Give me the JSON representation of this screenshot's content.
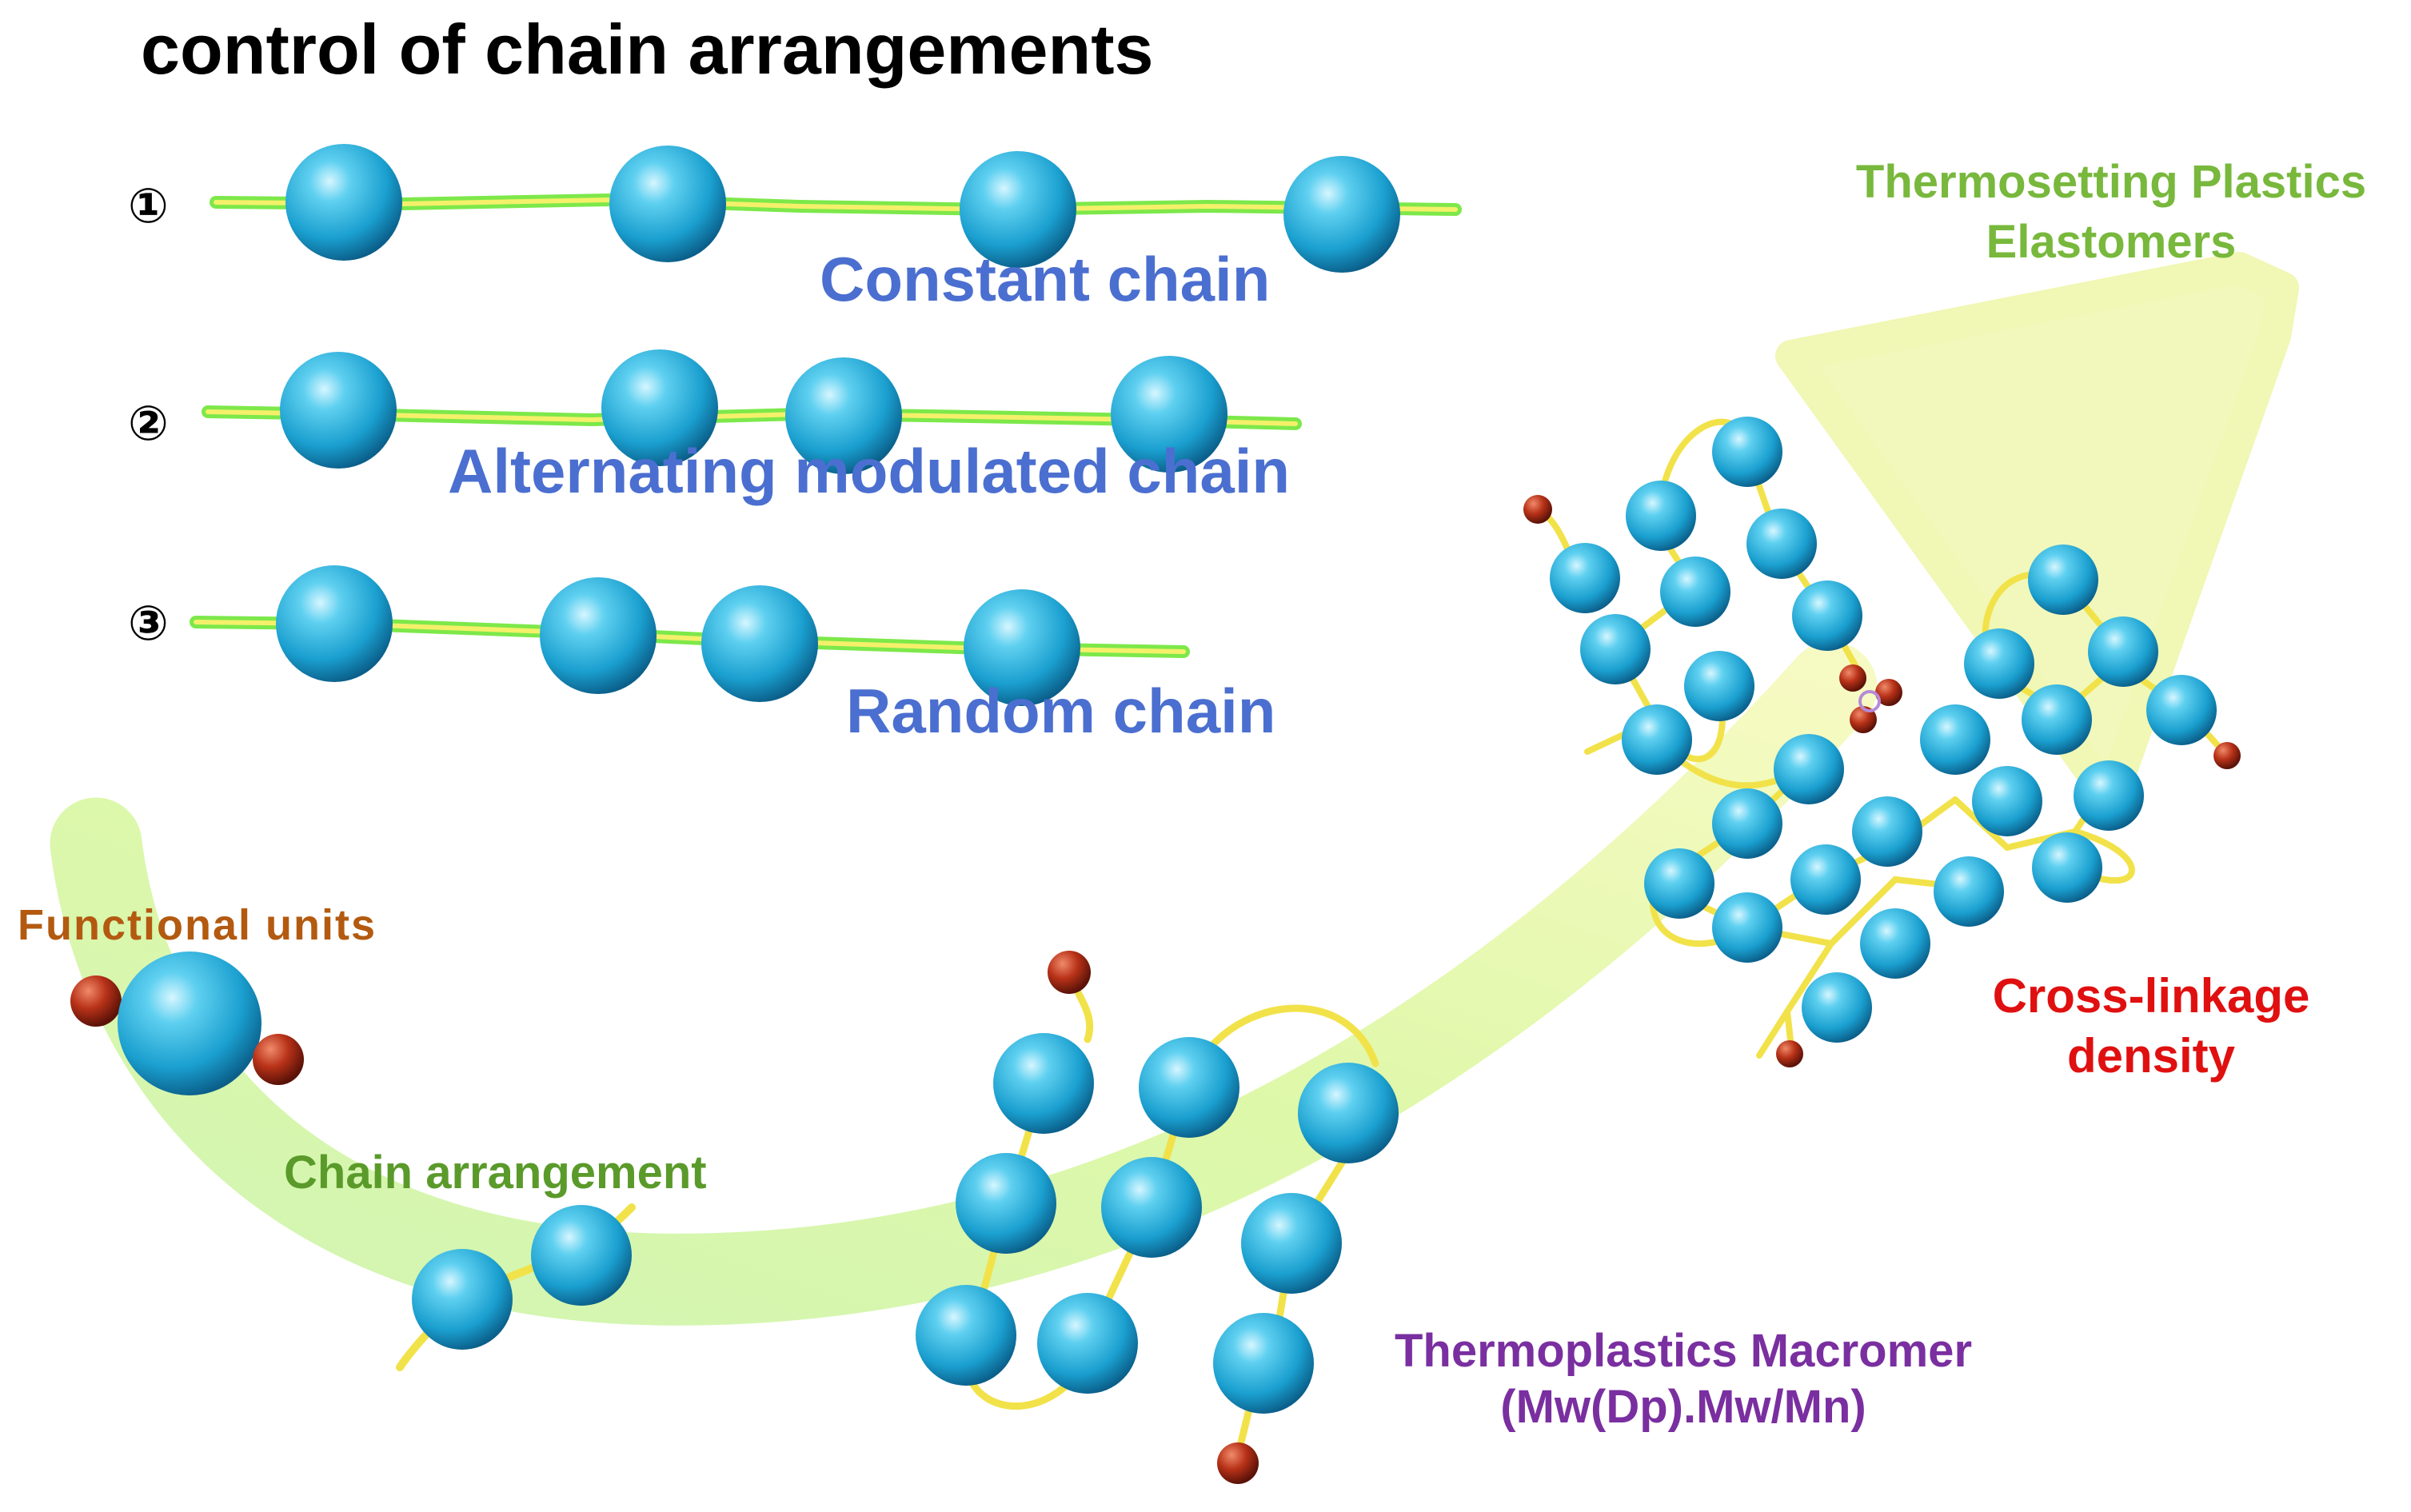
{
  "title": "control of chain arrangements",
  "chains": [
    {
      "marker": "①",
      "label": "Constant chain"
    },
    {
      "marker": "②",
      "label": "Alternating modulated chain"
    },
    {
      "marker": "③",
      "label": "Random chain"
    }
  ],
  "stages": {
    "functional_units": "Functional units",
    "chain_arrangement": "Chain arrangement",
    "thermoplastics_line1": "Thermoplastics Macromer",
    "thermoplastics_line2": "(Mw(Dp).Mw/Mn)",
    "crosslink_line1": "Cross-linkage",
    "crosslink_line2": "density",
    "thermoset_line1": "Thermosetting Plastics",
    "thermoset_line2": "Elastomers"
  },
  "colors": {
    "title": "#000000",
    "chain_label": "#4b6fd0",
    "functional_units": "#b35a10",
    "chain_arrangement": "#5a9a2a",
    "thermoplastics": "#7a2fa0",
    "crosslink": "#e01010",
    "thermoset": "#78b83c",
    "sphere": "#1a9fcf",
    "linker": "#f2e24a",
    "end_group": "#a8281a"
  },
  "icons": {
    "monomer": "blue-sphere-icon",
    "end_group": "red-sphere-icon",
    "progression_arrow": "green-arrow-icon"
  }
}
